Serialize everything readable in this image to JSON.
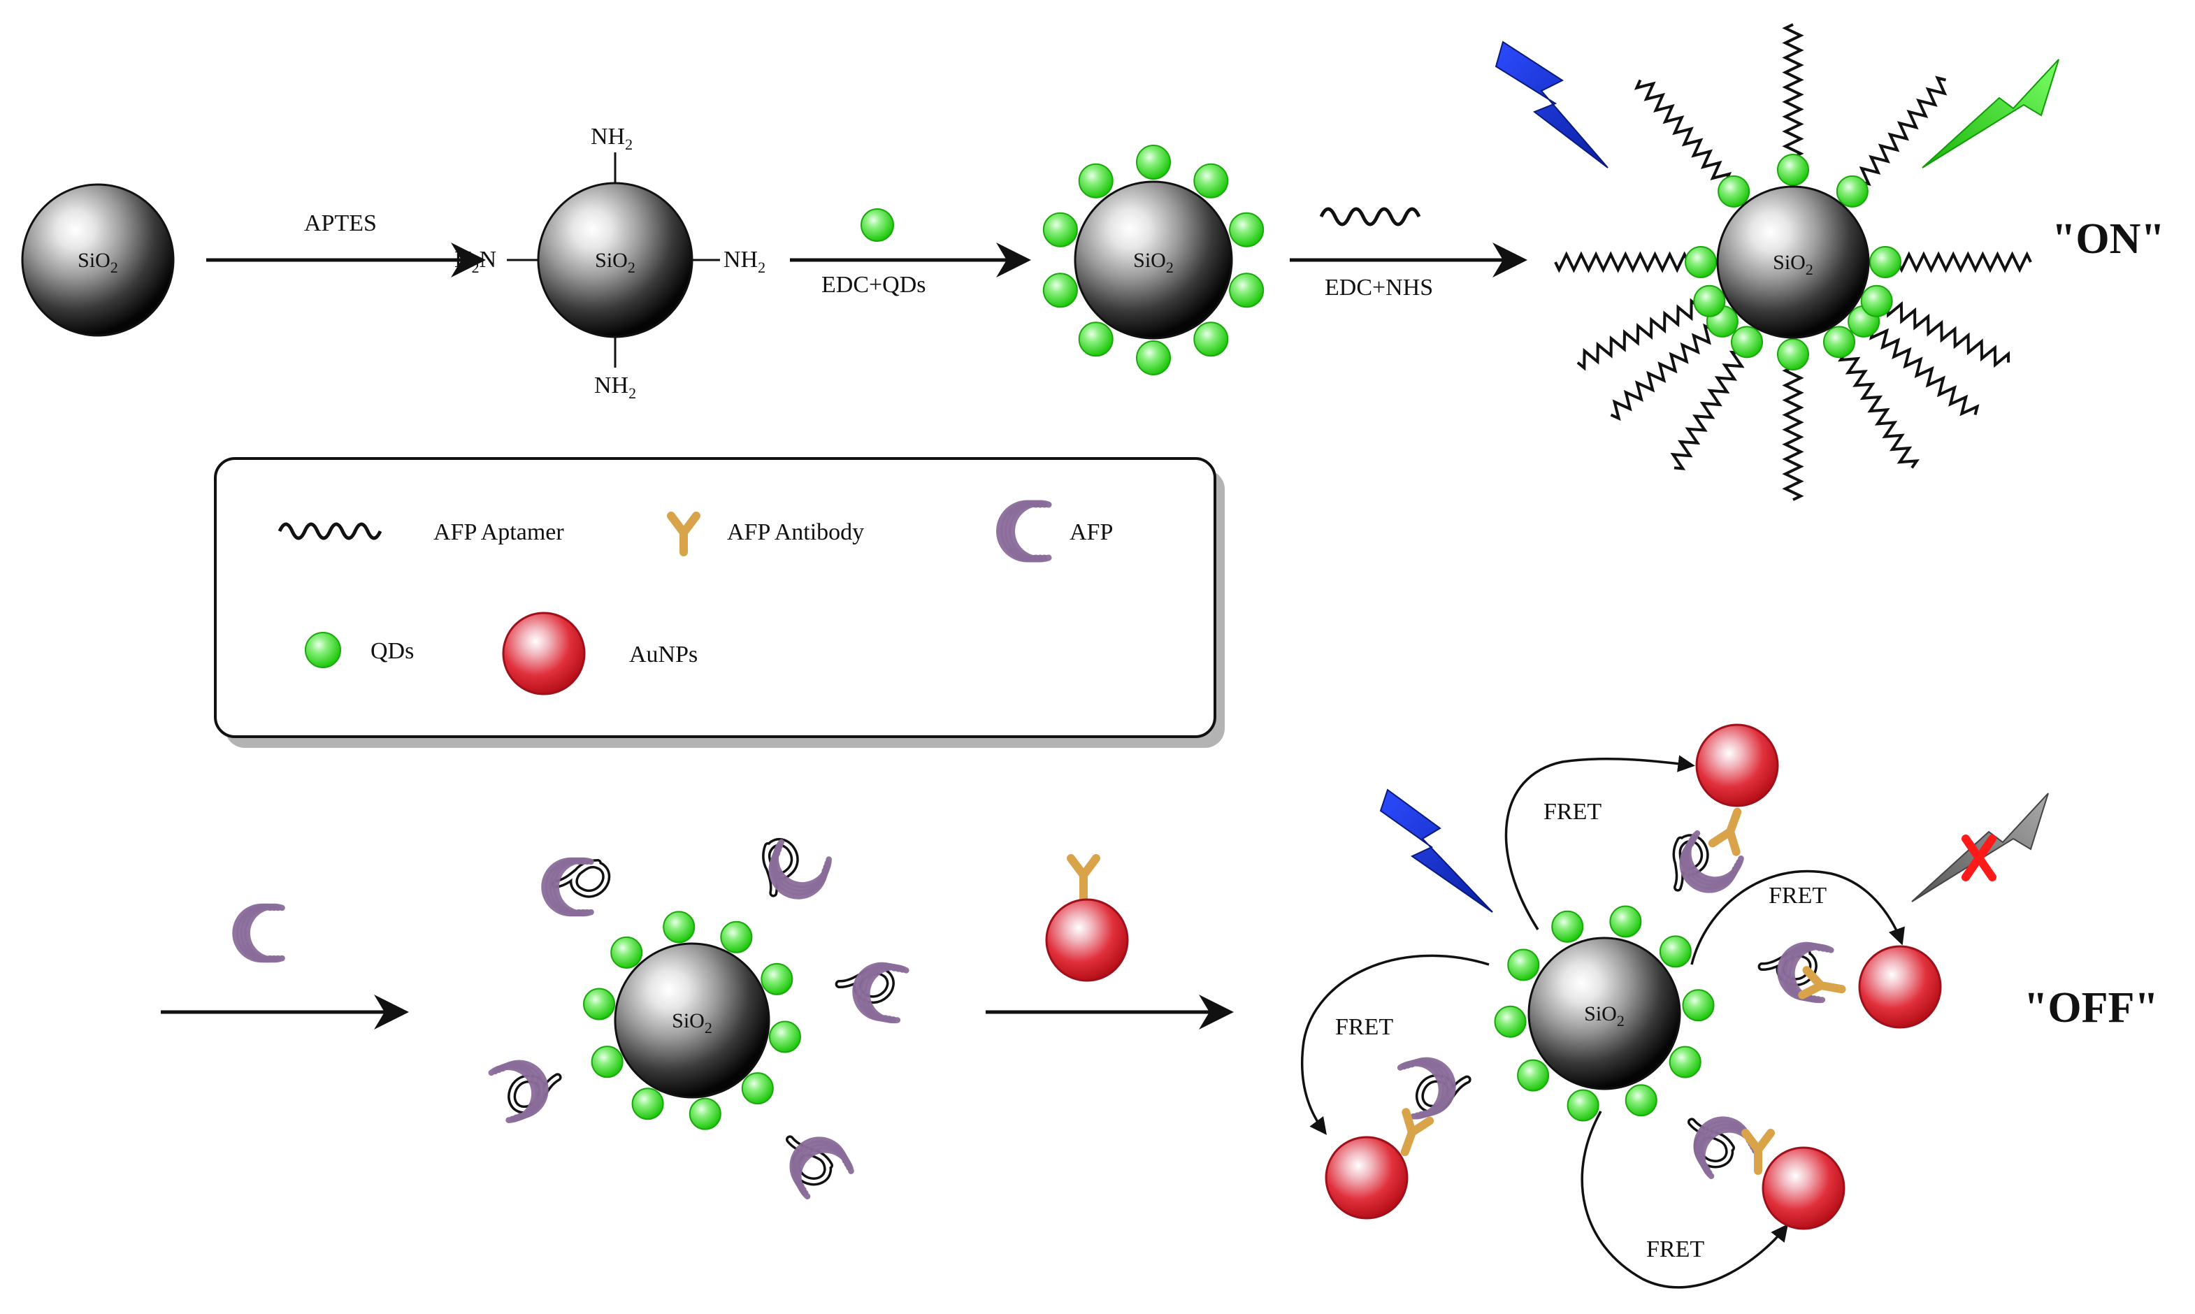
{
  "reagents": {
    "aptes": "APTES",
    "edc_qds": "EDC+QDs",
    "edc_nhs": "EDC+NHS"
  },
  "particle": {
    "core": "SiO",
    "core_sub": "2"
  },
  "amine": {
    "group": "NH",
    "group_sub": "2",
    "left_prefix": "H",
    "left_sub": "2",
    "left_suffix": "N"
  },
  "states": {
    "on": "\"ON\"",
    "off": "\"OFF\""
  },
  "fret": "FRET",
  "legend": {
    "aptamer": "AFP Aptamer",
    "antibody": "AFP Antibody",
    "afp": "AFP",
    "qds": "QDs",
    "aunps": "AuNPs"
  },
  "colors": {
    "qd_green": "#2ee81a",
    "auNP_red": "#e01b24",
    "afp_purple": "#8a6d9a",
    "antibody_orange": "#d9a449",
    "blue_flash": "#1236e0",
    "green_flash": "#3ae02a",
    "grey_flash": "#7a7a7a",
    "cross_red": "#ff1a1a"
  },
  "icons": [
    "lightning-icon",
    "cross-icon",
    "arrow-icon"
  ]
}
